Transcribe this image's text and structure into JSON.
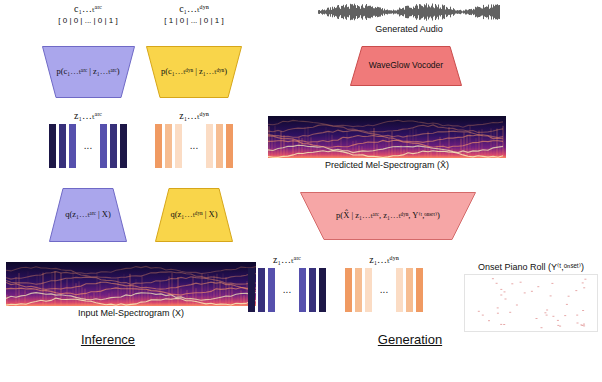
{
  "diagram": {
    "nodes": [
      {
        "text": [
          "Input Mel-Spectrogram (X)"
        ]
      },
      {
        "text": [
          "q(z₁…ₜᵃʳᶜ | X)"
        ]
      },
      {
        "text": [
          "q(z₁…ₜᵈʸⁿ | X)"
        ]
      },
      {
        "text": [
          "z₁…ₜᵃʳᶜ",
          "..."
        ]
      },
      {
        "text": [
          "z₁…ₜᵈʸⁿ",
          "..."
        ]
      },
      {
        "text": [
          "p(c₁…ₜᵃʳᶜ | z₁…ₜᵃʳᶜ)"
        ]
      },
      {
        "text": [
          "p(c₁…ₜᵈʸⁿ | z₁…ₜᵈʸⁿ)"
        ]
      },
      {
        "text": [
          "c₁…ₜᵃʳᶜ",
          "[ 0 | 0 | ... | 0 | 1 ]"
        ]
      },
      {
        "text": [
          "c₁…ₜᵈʸⁿ",
          "[ 1 | 0 | ... | 0 | 1 ]"
        ]
      },
      {
        "text": [
          "z₁…ₜᵃʳᶜ",
          "..."
        ]
      },
      {
        "text": [
          "z₁…ₜᵈʸⁿ",
          "..."
        ]
      },
      {
        "text": [
          "Onset Piano Roll (Y⁽ᵗ,ᵒⁿˢᵉᵗ⁾)"
        ]
      },
      {
        "text": [
          "p(X̂ | z₁…ₜᵃʳᶜ, z₁…ₜᵈʸⁿ, Y⁽ᵗ,ᵒⁿˢᵉᵗ⁾)"
        ]
      },
      {
        "text": [
          "Predicted Mel-Spectrogram (X̂)"
        ]
      },
      {
        "text": [
          "WaveGlow Vocoder"
        ]
      },
      {
        "text": [
          "Generated Audio"
        ]
      }
    ],
    "edges": [
      {
        "from": 0,
        "to": 1,
        "arrow": "to"
      },
      {
        "from": 0,
        "to": 2,
        "arrow": "to"
      },
      {
        "from": 1,
        "to": 3,
        "arrow": "to"
      },
      {
        "from": 2,
        "to": 4,
        "arrow": "to"
      },
      {
        "from": 3,
        "to": 5,
        "arrow": "to"
      },
      {
        "from": 4,
        "to": 6,
        "arrow": "to"
      },
      {
        "from": 5,
        "to": 7,
        "arrow": "to"
      },
      {
        "from": 6,
        "to": 8,
        "arrow": "to"
      },
      {
        "from": 9,
        "to": 12,
        "arrow": "to"
      },
      {
        "from": 10,
        "to": 12,
        "arrow": "to"
      },
      {
        "from": 11,
        "to": 12,
        "arrow": "to"
      },
      {
        "from": 12,
        "to": 13,
        "arrow": "to"
      },
      {
        "from": 13,
        "to": 14,
        "arrow": "to"
      },
      {
        "from": 14,
        "to": 15,
        "arrow": "to"
      }
    ],
    "labels": [
      "Inference",
      "Generation"
    ]
  }
}
